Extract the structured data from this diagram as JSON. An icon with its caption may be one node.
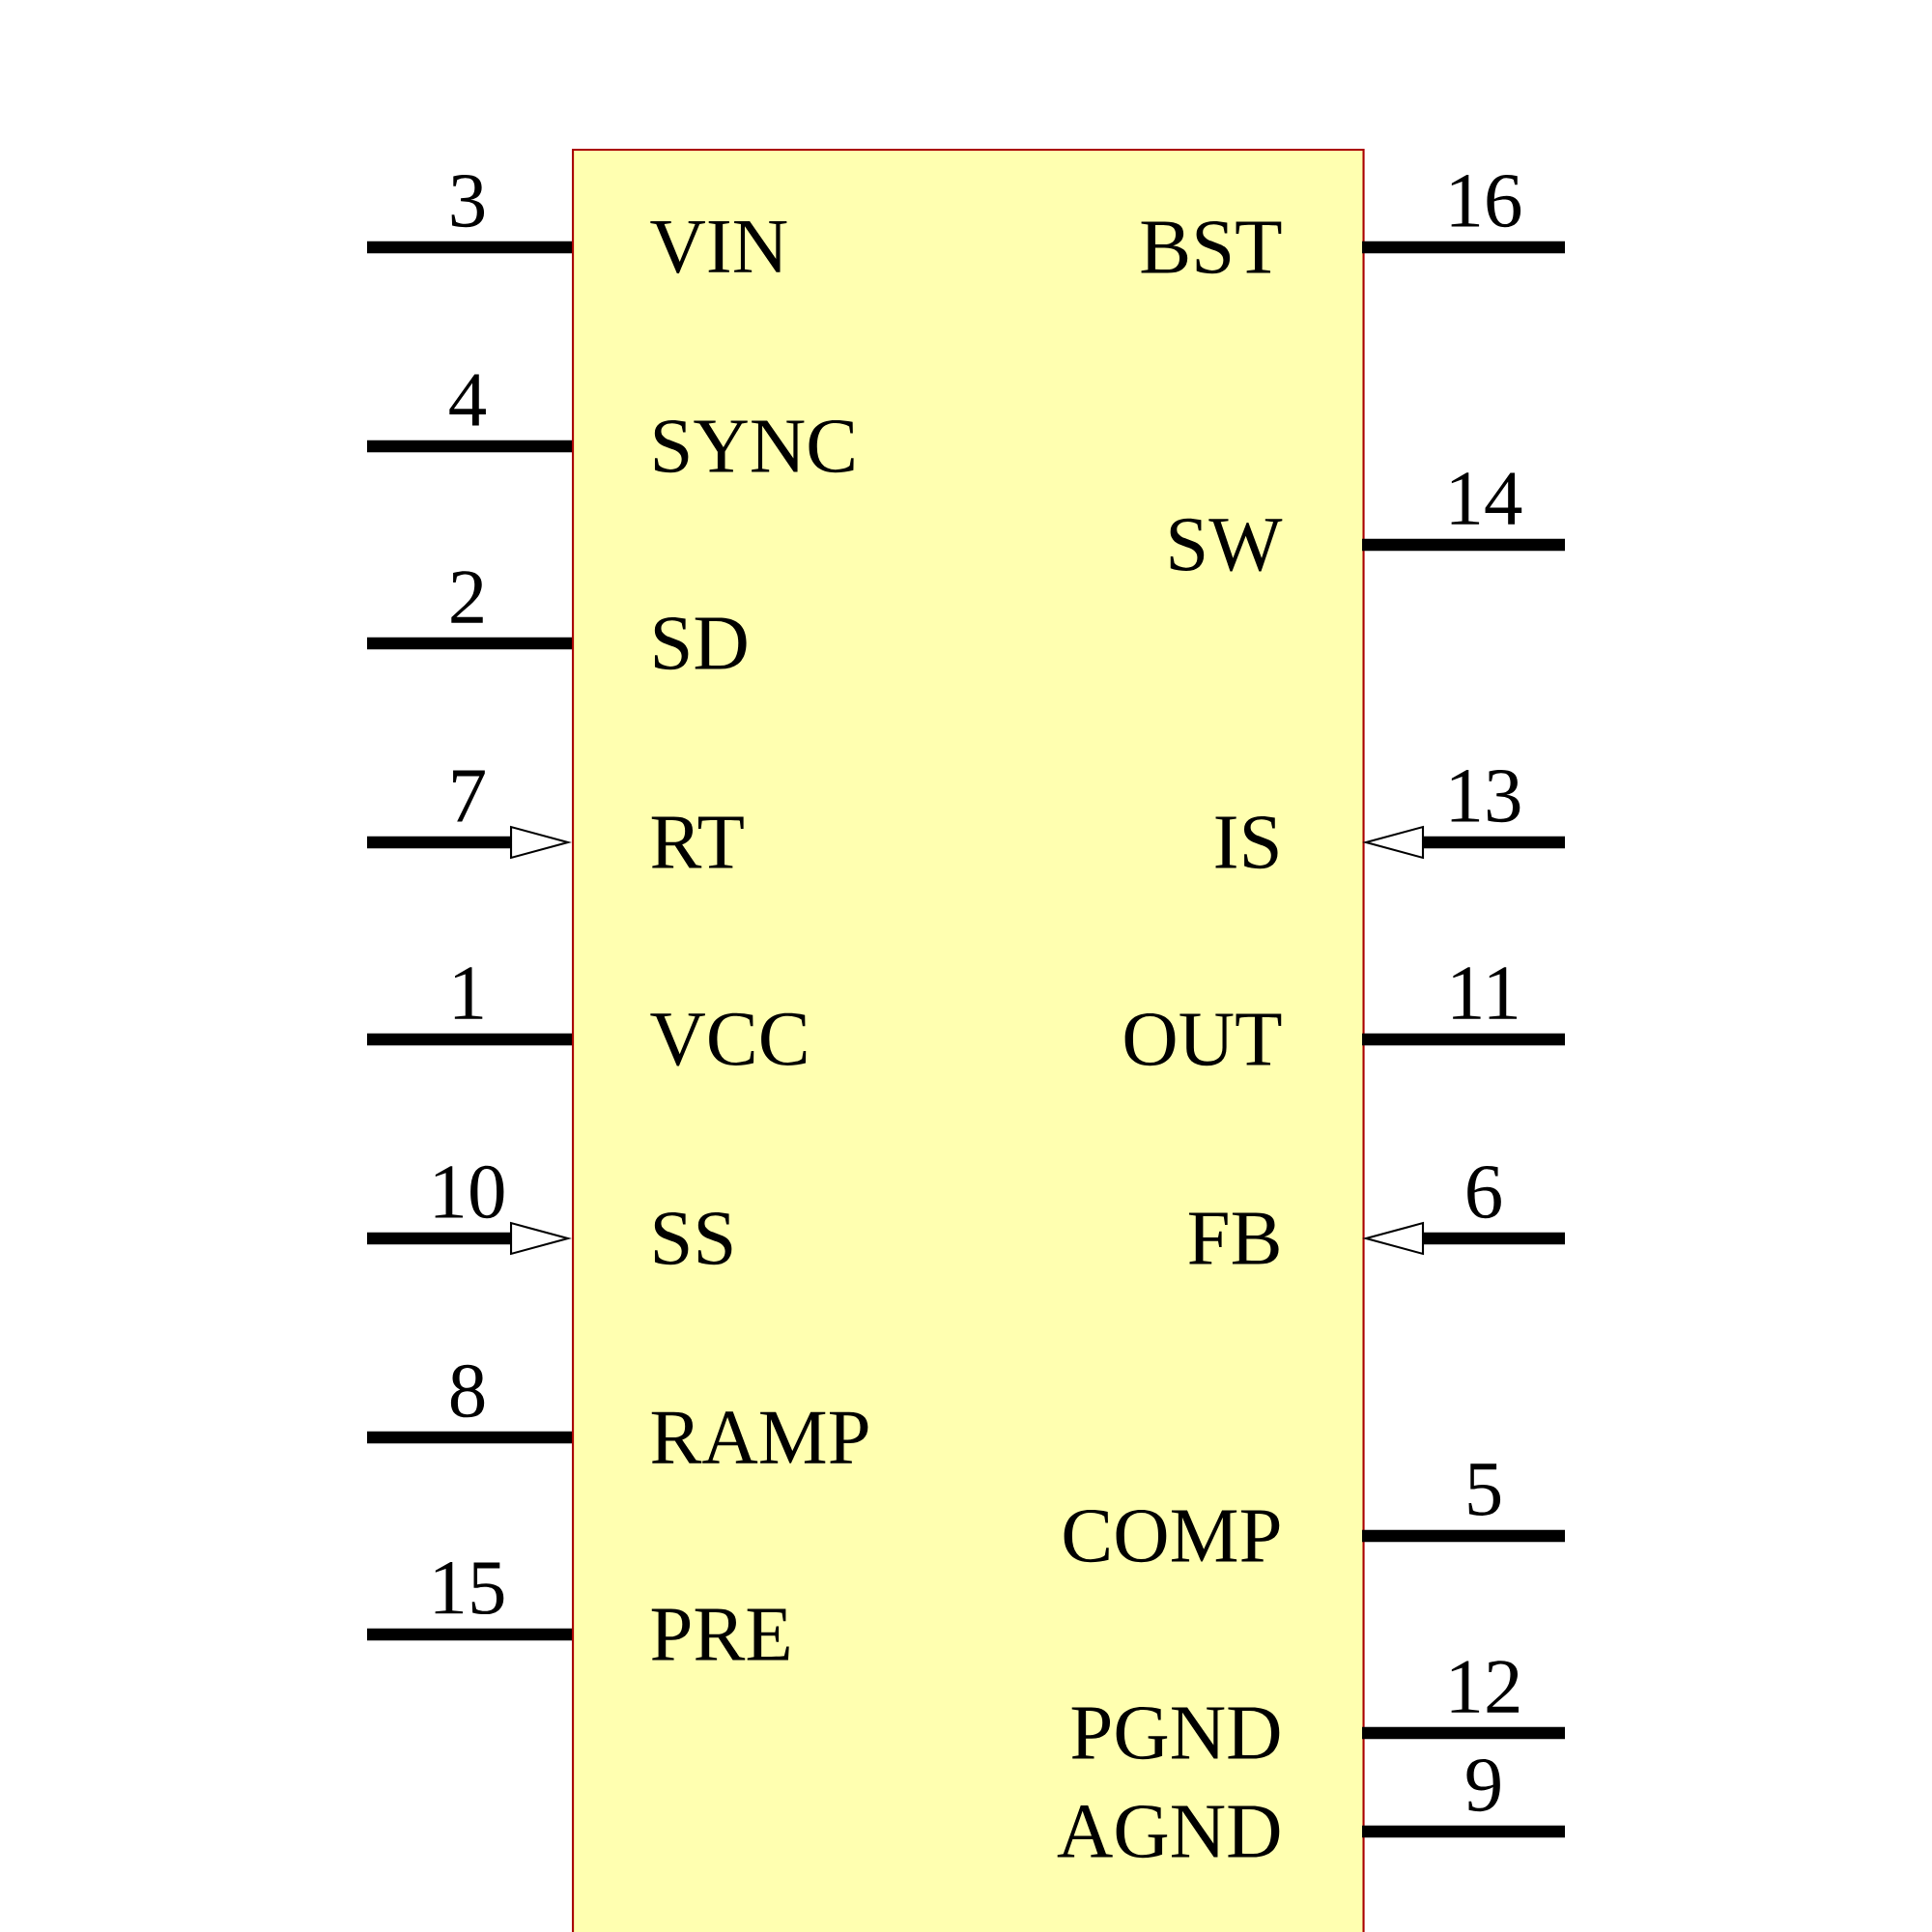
{
  "diagram": {
    "nodes": [
      {
        "text": [],
        "shape": "box"
      }
    ],
    "labels": [
      "3",
      "VIN",
      "4",
      "SYNC",
      "2",
      "SD",
      "7",
      "RT",
      "1",
      "VCC",
      "10",
      "SS",
      "8",
      "RAMP",
      "15",
      "PRE",
      "16",
      "BST",
      "14",
      "SW",
      "13",
      "IS",
      "11",
      "OUT",
      "6",
      "FB",
      "5",
      "COMP",
      "12",
      "PGND",
      "9",
      "AGND"
    ]
  }
}
